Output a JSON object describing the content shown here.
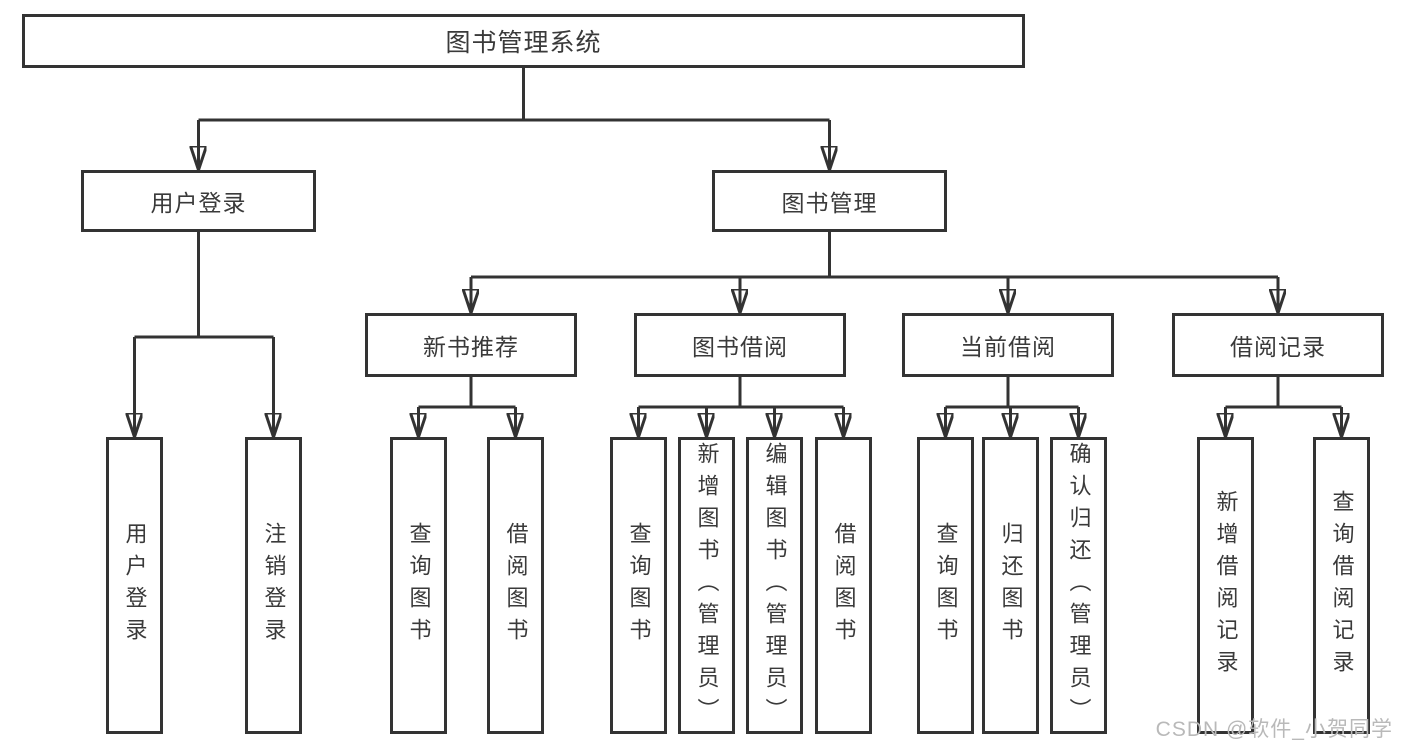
{
  "diagram": {
    "title": "图书管理系统",
    "branches": [
      {
        "label": "用户登录",
        "children": [
          {
            "label": "用户登录"
          },
          {
            "label": "注销登录"
          }
        ]
      },
      {
        "label": "图书管理",
        "children": [
          {
            "label": "新书推荐",
            "children": [
              {
                "label": "查询图书"
              },
              {
                "label": "借阅图书"
              }
            ]
          },
          {
            "label": "图书借阅",
            "children": [
              {
                "label": "查询图书"
              },
              {
                "label": "新增图书（管理员）"
              },
              {
                "label": "编辑图书（管理员）"
              },
              {
                "label": "借阅图书"
              }
            ]
          },
          {
            "label": "当前借阅",
            "children": [
              {
                "label": "查询图书"
              },
              {
                "label": "归还图书"
              },
              {
                "label": "确认归还（管理员）"
              }
            ]
          },
          {
            "label": "借阅记录",
            "children": [
              {
                "label": "新增借阅记录"
              },
              {
                "label": "查询借阅记录"
              }
            ]
          }
        ]
      }
    ]
  },
  "watermark": "CSDN @软件_小贺同学",
  "colors": {
    "line": "#333333",
    "text": "#3a3a3a",
    "watermark": "#b9b9b9",
    "background": "#ffffff"
  }
}
